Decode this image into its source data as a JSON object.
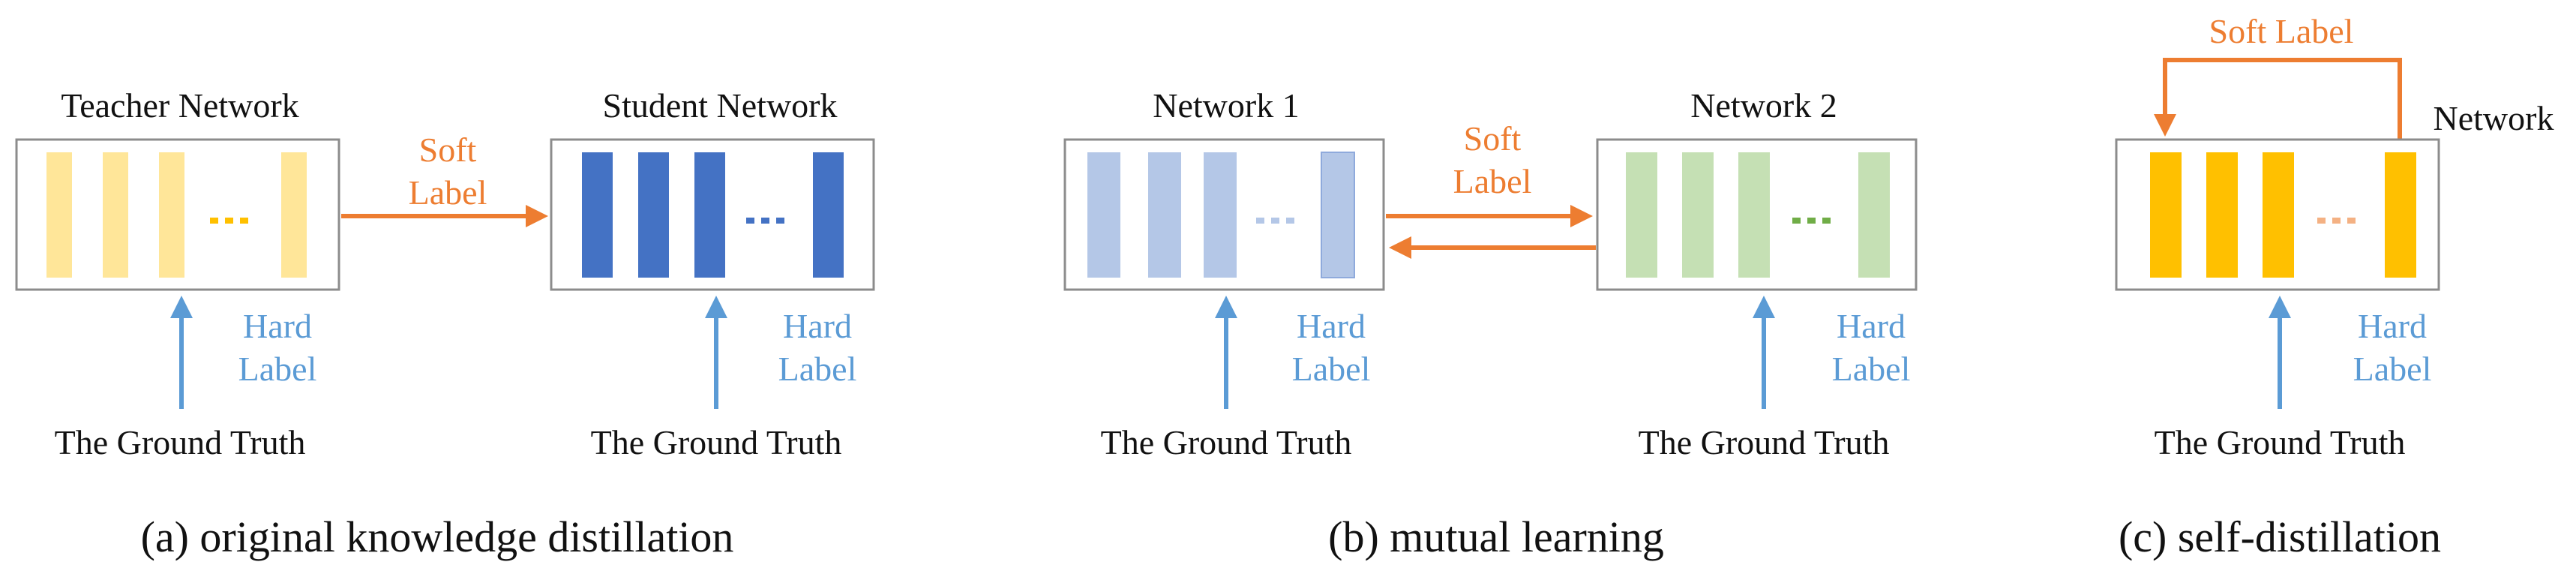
{
  "colors": {
    "orange": "#ED7D31",
    "blue": "#5B9BD5",
    "box_border": "#8C8C8C",
    "teacher_bar": "#FFE699",
    "teacher_dots": "#FFC000",
    "student_bar": "#4472C4",
    "net1_bar": "#B4C7E7",
    "net2_bar": "#C5E0B4",
    "net2_dots": "#70AD47",
    "self_bar": "#FFC000",
    "self_dots": "#F4B183"
  },
  "panel_a": {
    "teacher_title": "Teacher Network",
    "student_title": "Student Network",
    "soft_label_line1": "Soft",
    "soft_label_line2": "Label",
    "hard_label_line1": "Hard",
    "hard_label_line2": "Label",
    "ground_truth": "The Ground Truth",
    "caption": "(a) original knowledge distillation"
  },
  "panel_b": {
    "net1_title": "Network 1",
    "net2_title": "Network 2",
    "soft_label_line1": "Soft",
    "soft_label_line2": "Label",
    "hard_label_line1": "Hard",
    "hard_label_line2": "Label",
    "ground_truth": "The Ground Truth",
    "caption": "(b) mutual learning"
  },
  "panel_c": {
    "net_title": "Network",
    "soft_label": "Soft Label",
    "hard_label_line1": "Hard",
    "hard_label_line2": "Label",
    "ground_truth": "The Ground Truth",
    "caption": "(c) self-distillation"
  },
  "icons": {
    "ellipsis": "···"
  }
}
